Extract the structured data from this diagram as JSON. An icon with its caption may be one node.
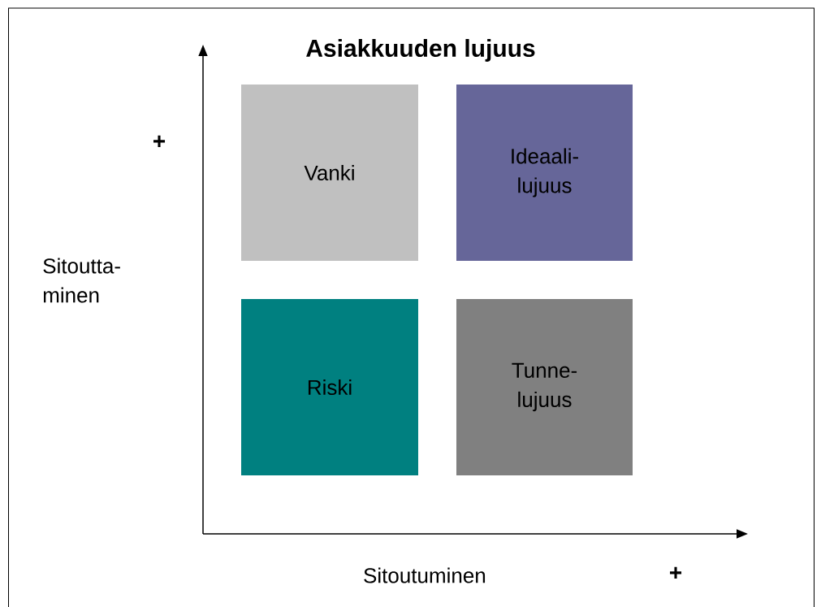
{
  "diagram": {
    "title": "Asiakkuuden lujuus",
    "nodes": [
      {
        "text": [
          "Vanki"
        ]
      },
      {
        "text": [
          "Ideaali- lujuus"
        ]
      },
      {
        "text": [
          "Riski"
        ]
      },
      {
        "text": [
          "Tunne- lujuus"
        ]
      }
    ],
    "labels": [
      "+",
      "Sitoutta- minen",
      "Sitoutuminen",
      "+"
    ]
  }
}
